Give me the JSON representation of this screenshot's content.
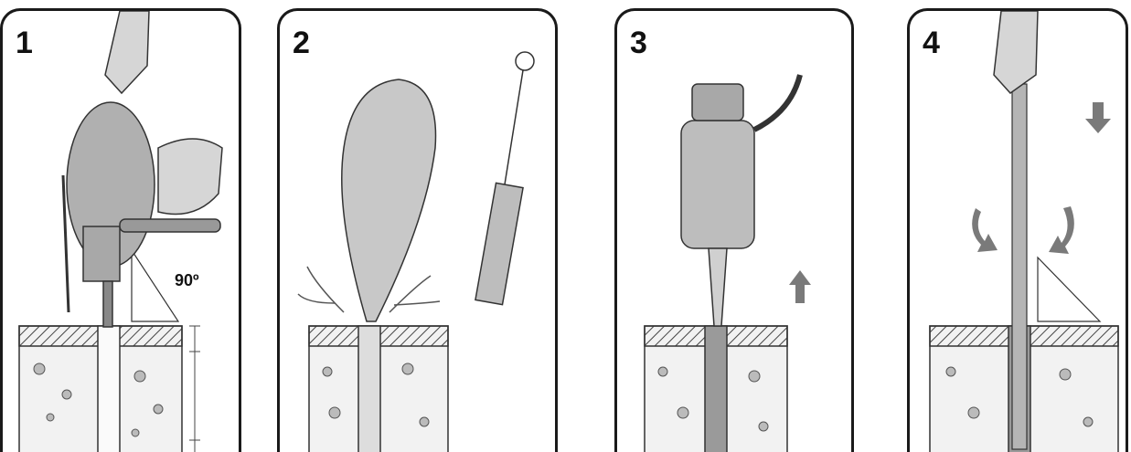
{
  "steps": [
    {
      "number": "1",
      "angle_label": "90º"
    },
    {
      "number": "2"
    },
    {
      "number": "3"
    },
    {
      "number": "4"
    }
  ],
  "colors": {
    "outline": "#1a1a1a",
    "pencil_gray": "#9a9a9a",
    "concrete": "#f2f2f2",
    "arrow": "#7a7a7a"
  }
}
